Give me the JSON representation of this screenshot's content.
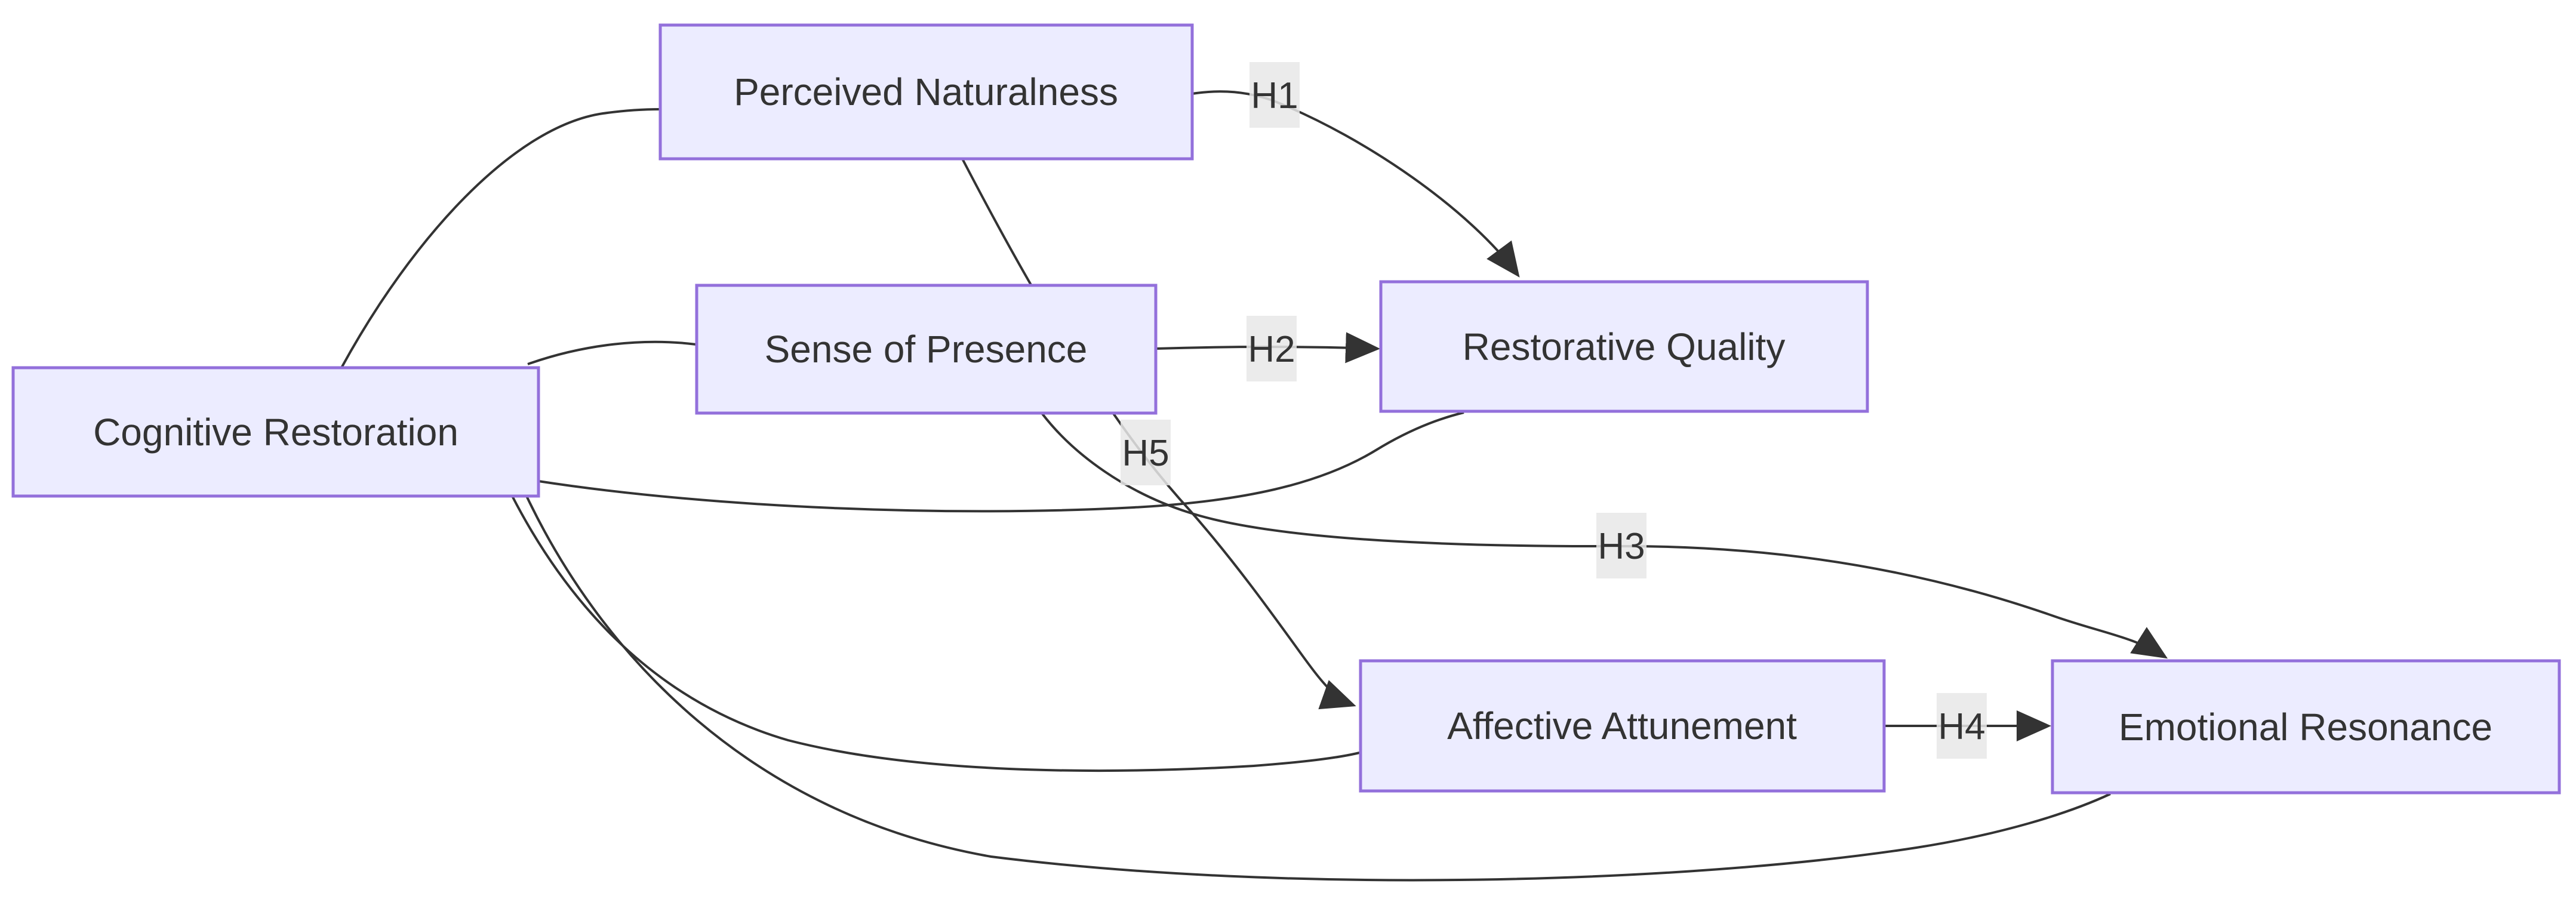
{
  "diagram": {
    "type": "flowchart",
    "direction": "LR",
    "background": "#ffffff",
    "node_style": {
      "fill": "#ECECFF",
      "border": "#9370DB",
      "text_color": "#333333"
    },
    "edge_style": {
      "color": "#333333",
      "label_background": "#e8e8e8",
      "arrowhead": "triangle"
    },
    "nodes": [
      {
        "id": "cognitive-restoration",
        "label": "Cognitive Restoration"
      },
      {
        "id": "perceived-naturalness",
        "label": "Perceived Naturalness"
      },
      {
        "id": "sense-of-presence",
        "label": "Sense of Presence"
      },
      {
        "id": "restorative-quality",
        "label": "Restorative Quality"
      },
      {
        "id": "affective-attunement",
        "label": "Affective Attunement"
      },
      {
        "id": "emotional-resonance",
        "label": "Emotional Resonance"
      }
    ],
    "edges": [
      {
        "from": "Cognitive Restoration",
        "to": "Perceived Naturalness",
        "label": "",
        "arrow": false
      },
      {
        "from": "Cognitive Restoration",
        "to": "Sense of Presence",
        "label": "",
        "arrow": false
      },
      {
        "from": "Cognitive Restoration",
        "to": "Restorative Quality",
        "label": "",
        "arrow": false
      },
      {
        "from": "Cognitive Restoration",
        "to": "Affective Attunement",
        "label": "",
        "arrow": false
      },
      {
        "from": "Cognitive Restoration",
        "to": "Emotional Resonance",
        "label": "",
        "arrow": false
      },
      {
        "from": "Perceived Naturalness",
        "to": "Restorative Quality",
        "label": "H1",
        "arrow": true
      },
      {
        "from": "Sense of Presence",
        "to": "Restorative Quality",
        "label": "H2",
        "arrow": true
      },
      {
        "from": "Sense of Presence",
        "to": "Emotional Resonance",
        "label": "H3",
        "arrow": true
      },
      {
        "from": "Affective Attunement",
        "to": "Emotional Resonance",
        "label": "H4",
        "arrow": true
      },
      {
        "from": "Perceived Naturalness",
        "to": "Affective Attunement",
        "label": "H5",
        "arrow": true
      }
    ]
  }
}
